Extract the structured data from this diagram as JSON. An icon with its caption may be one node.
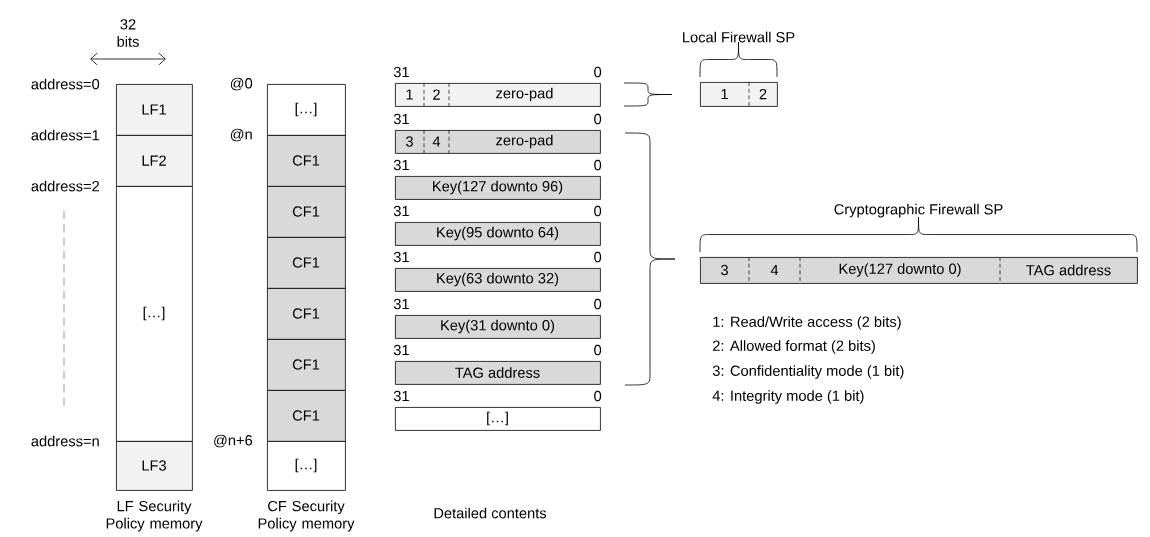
{
  "diagram": {
    "nodes": [
      {
        "text": [
          "LF1"
        ]
      },
      {
        "text": [
          "LF2"
        ]
      },
      {
        "text": [
          "[…]"
        ]
      },
      {
        "text": [
          "LF3"
        ]
      },
      {
        "text": [
          "[…]"
        ]
      },
      {
        "text": [
          "CF1"
        ]
      },
      {
        "text": [
          "CF1"
        ]
      },
      {
        "text": [
          "CF1"
        ]
      },
      {
        "text": [
          "CF1"
        ]
      },
      {
        "text": [
          "CF1"
        ]
      },
      {
        "text": [
          "CF1"
        ]
      },
      {
        "text": [
          "[…]"
        ]
      },
      {
        "text": [
          "1",
          "2",
          "zero-pad"
        ]
      },
      {
        "text": [
          "3",
          "4",
          "zero-pad"
        ]
      },
      {
        "text": [
          "Key(127 downto 96)"
        ]
      },
      {
        "text": [
          "Key(95 downto 64)"
        ]
      },
      {
        "text": [
          "Key(63 downto 32)"
        ]
      },
      {
        "text": [
          "Key(31 downto 0)"
        ]
      },
      {
        "text": [
          "TAG address"
        ]
      },
      {
        "text": [
          "[…]"
        ]
      },
      {
        "text": [
          "Local Firewall SP",
          "1",
          "2"
        ]
      },
      {
        "text": [
          "Cryptographic Firewall SP",
          "3",
          "4",
          "Key(127 downto 0)",
          "TAG address"
        ]
      }
    ],
    "labels": [
      "32 bits",
      "address=0",
      "address=1",
      "address=2",
      "address=n",
      "@0",
      "@n",
      "@n+6",
      "31",
      "0",
      "31",
      "0",
      "31",
      "0",
      "31",
      "0",
      "31",
      "0",
      "31",
      "0",
      "31",
      "0",
      "31",
      "0",
      "LF Security Policy memory",
      "CF Security Policy memory",
      "Detailed contents",
      "1: Read/Write access (2 bits)",
      "2: Allowed format (2 bits)",
      "3: Confidentiality mode (1 bit)",
      "4: Integrity mode (1 bit)"
    ]
  }
}
